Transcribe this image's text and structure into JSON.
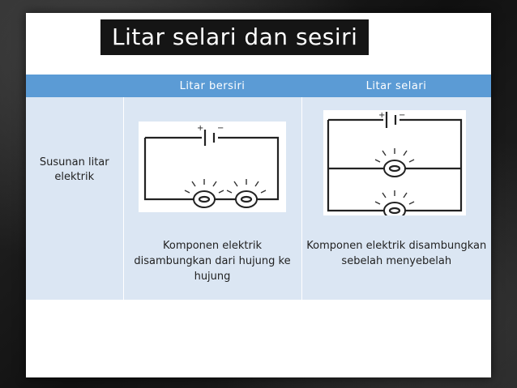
{
  "slide": {
    "title": "Litar selari dan sesiri"
  },
  "table": {
    "headers": [
      "",
      "Litar bersiri",
      "Litar selari"
    ],
    "row_label": "Susunan litar elektrik",
    "series_desc": "Komponen elektrik disambungkan dari hujung ke hujung",
    "parallel_desc": "Komponen elektrik disambungkan sebelah menyebelah"
  },
  "colors": {
    "header_bg": "#5b9bd5",
    "cell_bg": "#dbe6f3",
    "title_bg": "#151515"
  }
}
